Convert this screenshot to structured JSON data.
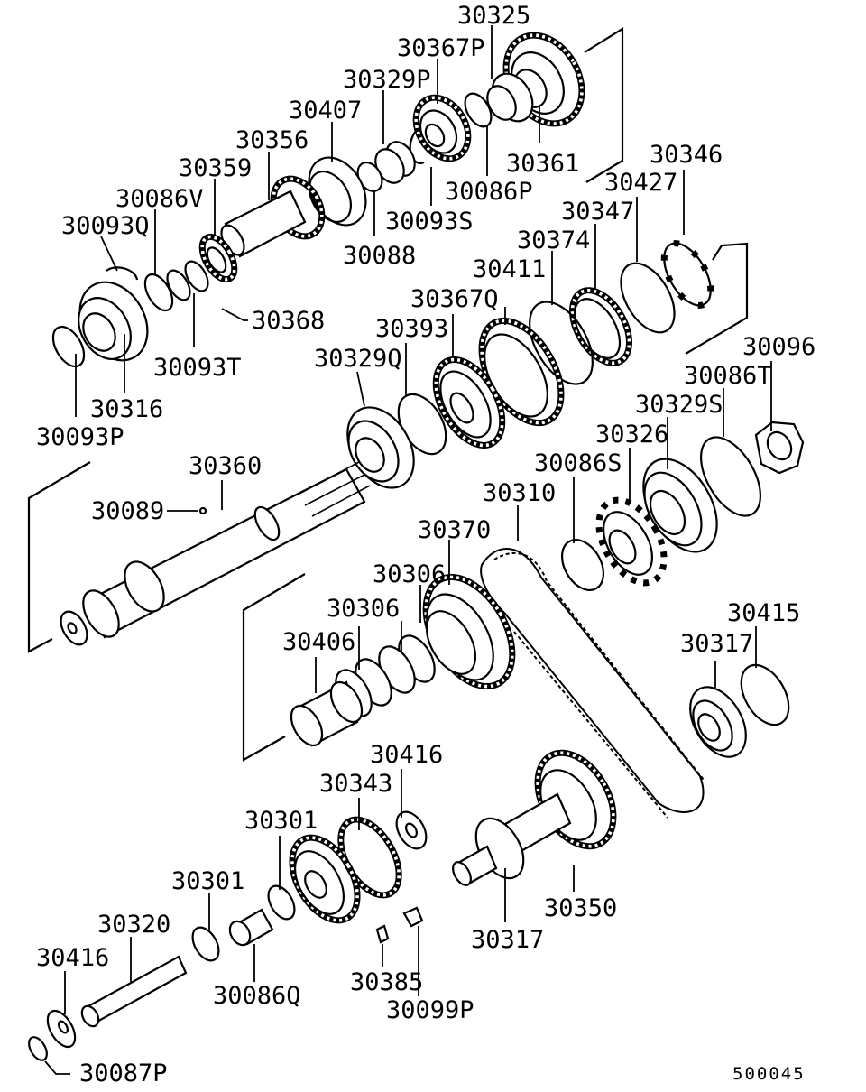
{
  "labels": {
    "p30325": "30325",
    "p30367P": "30367P",
    "p30329P": "30329P",
    "p30407": "30407",
    "p30356": "30356",
    "p30359": "30359",
    "p30086V": "30086V",
    "p30093Q": "30093Q",
    "p30368": "30368",
    "p30093T": "30093T",
    "p30316": "30316",
    "p30093P": "30093P",
    "p30361": "30361",
    "p30086P": "30086P",
    "p30093S": "30093S",
    "p30088": "30088",
    "p30346": "30346",
    "p30427": "30427",
    "p30347": "30347",
    "p30374": "30374",
    "p30411": "30411",
    "p30367Q": "30367Q",
    "p30393": "30393",
    "p30329Q": "30329Q",
    "p30096": "30096",
    "p30086T": "30086T",
    "p30329S": "30329S",
    "p30326": "30326",
    "p30086S": "30086S",
    "p30310": "30310",
    "p30360": "30360",
    "p30089": "30089",
    "p30370": "30370",
    "p30306a": "30306",
    "p30306b": "30306",
    "p30406": "30406",
    "p30415": "30415",
    "p30317a": "30317",
    "p30416a": "30416",
    "p30343": "30343",
    "p30301a": "30301",
    "p30301b": "30301",
    "p30320": "30320",
    "p30416b": "30416",
    "p30087P": "30087P",
    "p30086Q": "30086Q",
    "p30385": "30385",
    "p30099P": "30099P",
    "p30350": "30350",
    "p30317b": "30317"
  },
  "diagram_code": "500045"
}
